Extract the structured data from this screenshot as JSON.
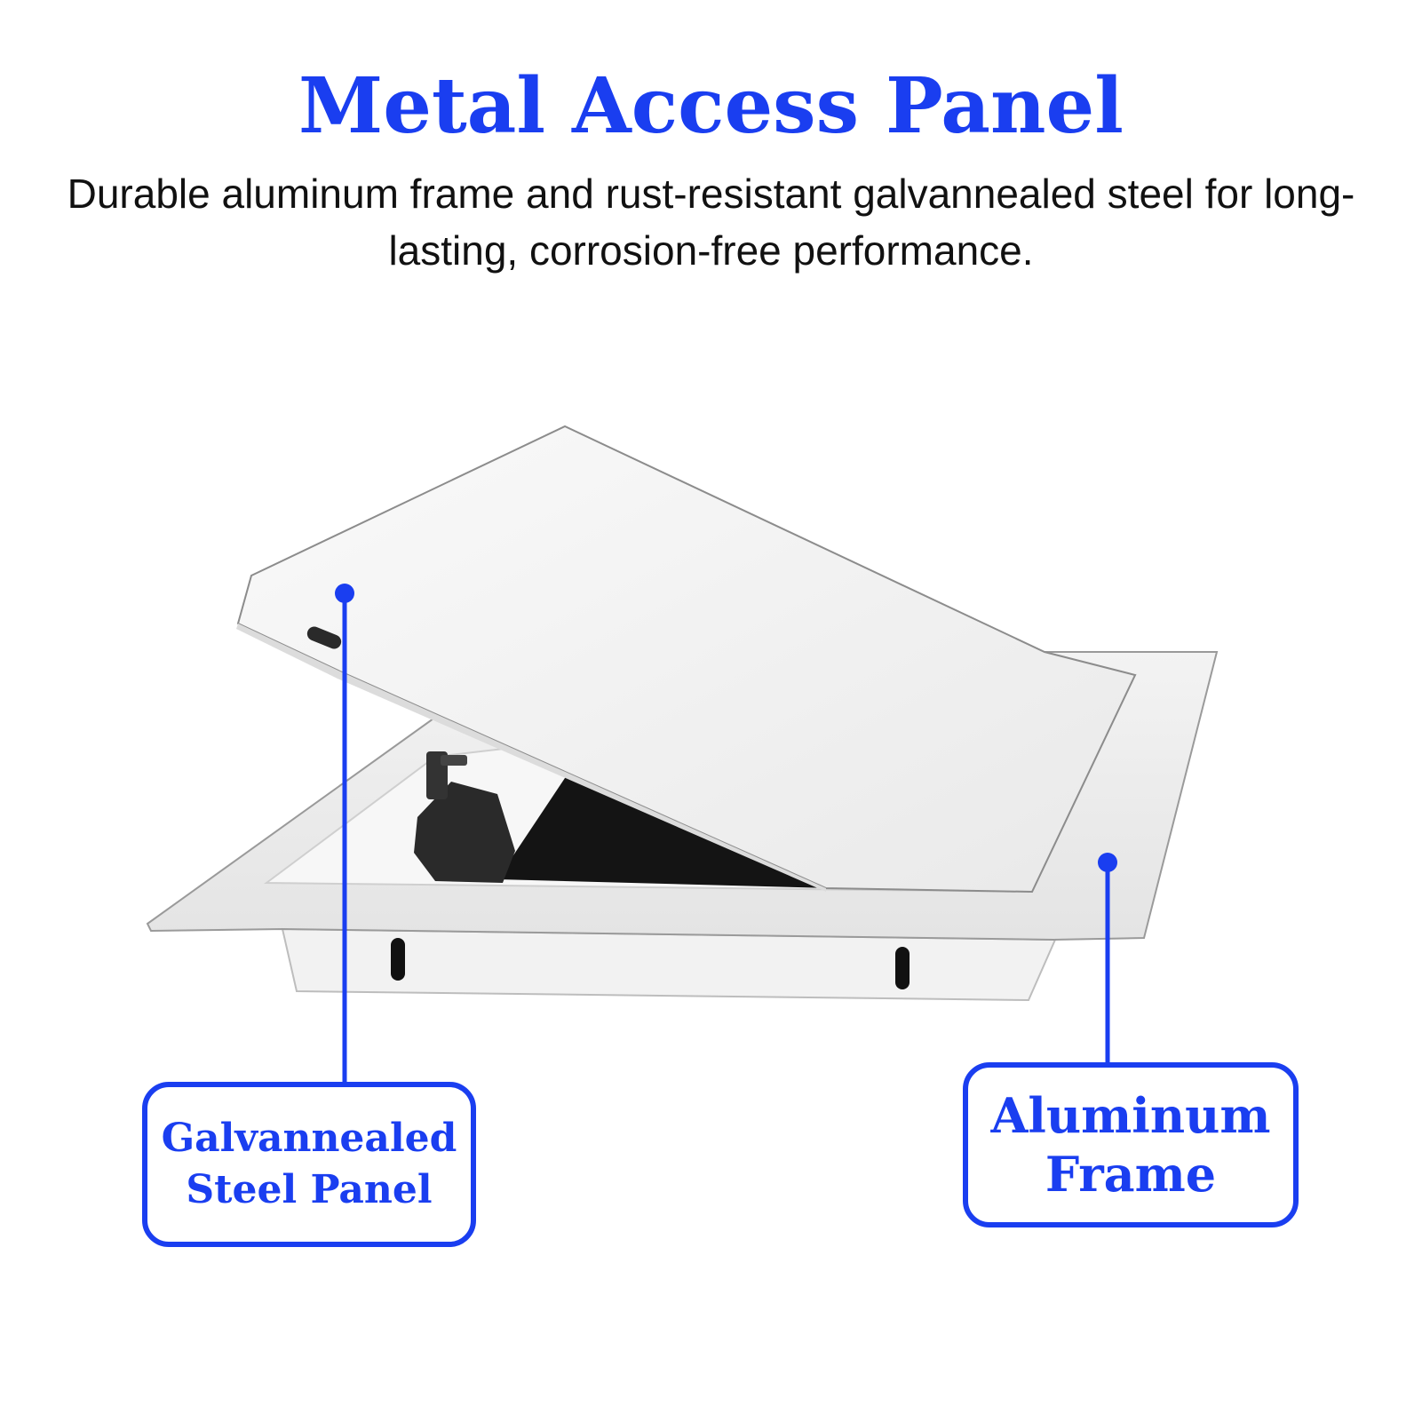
{
  "header": {
    "title": "Metal Access Panel",
    "subtitle": "Durable aluminum frame and rust-resistant galvannealed steel for long-lasting, corrosion-free performance."
  },
  "callouts": {
    "steel_panel": {
      "line1": "Galvannealed",
      "line2": "Steel Panel"
    },
    "aluminum_frame": {
      "line1": "Aluminum",
      "line2": "Frame"
    }
  },
  "colors": {
    "accent": "#1a3ef0",
    "text": "#111111",
    "background": "#ffffff"
  }
}
